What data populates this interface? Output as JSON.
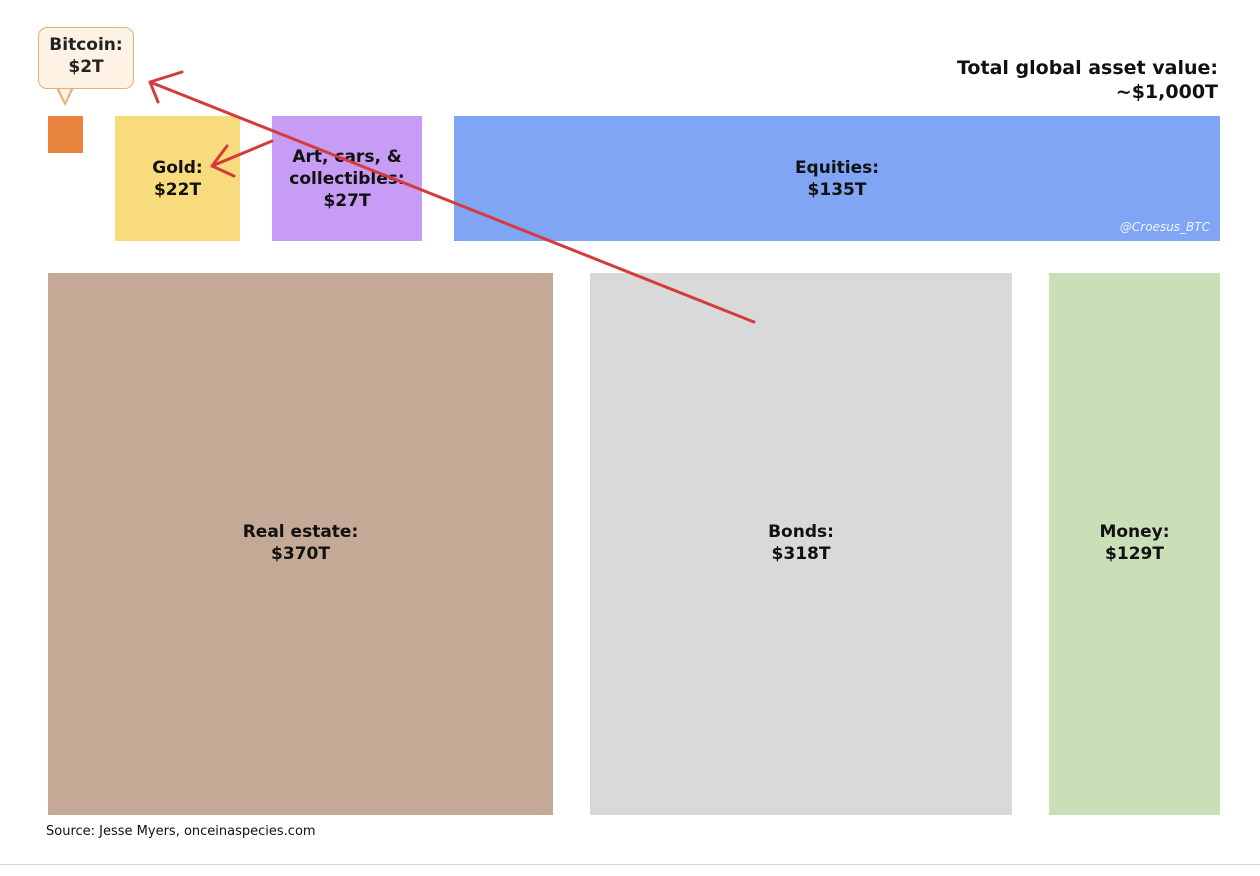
{
  "chart_data": {
    "type": "treemap",
    "title": "Total global asset value:",
    "total": "~$1,000T",
    "unit": "trillion USD",
    "items": [
      {
        "id": "bitcoin",
        "label": "Bitcoin:",
        "value_label": "$2T",
        "value": 2,
        "color": "#e8843e"
      },
      {
        "id": "gold",
        "label": "Gold:",
        "value_label": "$22T",
        "value": 22,
        "color": "#f8db7c"
      },
      {
        "id": "art",
        "label": "Art, cars, &\ncollectibles:",
        "value_label": "$27T",
        "value": 27,
        "color": "#c69cf5"
      },
      {
        "id": "equities",
        "label": "Equities:",
        "value_label": "$135T",
        "value": 135,
        "color": "#80a5f4"
      },
      {
        "id": "real-estate",
        "label": "Real estate:",
        "value_label": "$370T",
        "value": 370,
        "color": "#c4a997"
      },
      {
        "id": "bonds",
        "label": "Bonds:",
        "value_label": "$318T",
        "value": 318,
        "color": "#d9d9d9"
      },
      {
        "id": "money",
        "label": "Money:",
        "value_label": "$129T",
        "value": 129,
        "color": "#c9dfb7"
      }
    ],
    "annotations": [
      "red arrow from Bonds to Bitcoin",
      "red arrow from Art, cars, & collectibles to Gold"
    ]
  },
  "watermark": "@Croesus_BTC",
  "source": "Source:  Jesse Myers, onceinaspecies.com",
  "colors": {
    "arrow": "#d63b3b"
  }
}
